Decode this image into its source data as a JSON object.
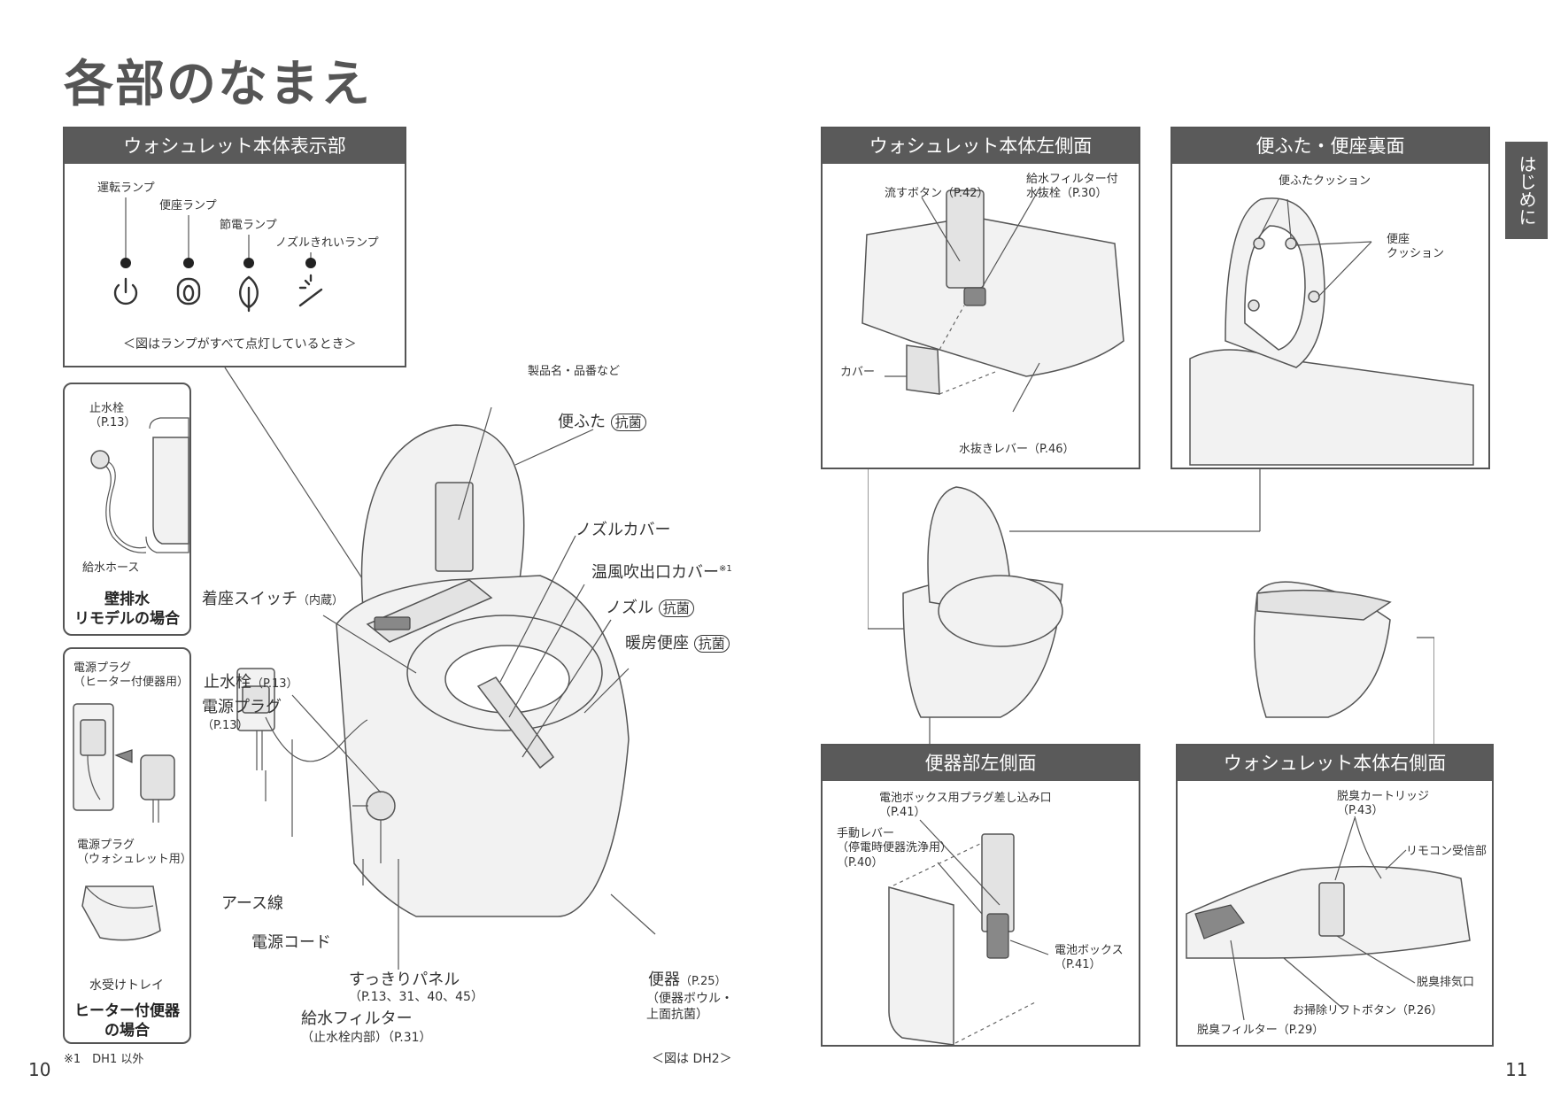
{
  "page": {
    "title": "各部のなまえ",
    "page_left": "10",
    "page_right": "11",
    "side_tab": "はじめに",
    "footnote": "※1　DH1 以外",
    "figure_note": "＜図は DH2＞"
  },
  "display_panel": {
    "header": "ウォシュレット本体表示部",
    "lamps": [
      "運転ランプ",
      "便座ランプ",
      "節電ランプ",
      "ノズルきれいランプ"
    ],
    "icons": [
      "power-icon",
      "seat-icon",
      "leaf-icon",
      "nozzle-clean-icon"
    ],
    "note": "＜図はランプがすべて点灯しているとき＞"
  },
  "wall_panel": {
    "valve": "止水栓\n（P.13）",
    "hose": "給水ホース",
    "caption": "壁排水\nリモデルの場合"
  },
  "heater_panel": {
    "plug_heater": "電源プラグ\n（ヒーター付便器用）",
    "plug_washlet": "電源プラグ\n（ウォシュレット用）",
    "tray": "水受けトレイ",
    "caption": "ヒーター付便器\nの場合"
  },
  "main_labels": {
    "product_name": "製品名・品番など",
    "lid": "便ふた",
    "antibac": "抗菌",
    "nozzle_cover": "ノズルカバー",
    "warm_air": "温風吹出口カバー",
    "warm_air_note": "※1",
    "nozzle": "ノズル",
    "heated_seat": "暖房便座",
    "seat_switch": "着座スイッチ",
    "seat_switch_note": "（内蔵）",
    "stop_valve": "止水栓",
    "stop_valve_ref": "（P.13）",
    "power_plug": "電源プラグ",
    "power_plug_ref": "（P.13）",
    "earth": "アース線",
    "power_cord": "電源コード",
    "panel": "すっきりパネル",
    "panel_ref": "（P.13、31、40、45）",
    "filter": "給水フィルター",
    "filter_ref": "（止水栓内部）（P.31）",
    "bowl": "便器",
    "bowl_ref": "（P.25）",
    "bowl_note": "（便器ボウル・\n上面抗菌）"
  },
  "left_side_panel": {
    "header": "ウォシュレット本体左側面",
    "flush": "流すボタン（P.42）",
    "drain_plug": "給水フィルター付\n水抜栓（P.30）",
    "cover": "カバー",
    "drain_lever": "水抜きレバー（P.46）"
  },
  "underside_panel": {
    "header": "便ふた・便座裏面",
    "lid_cushion": "便ふたクッション",
    "seat_cushion": "便座\nクッション"
  },
  "bowl_left_panel": {
    "header": "便器部左側面",
    "battery_plug": "電池ボックス用プラグ差し込み口\n（P.41）",
    "manual_lever": "手動レバー\n（停電時便器洗浄用）\n（P.40）",
    "battery_box": "電池ボックス\n（P.41）"
  },
  "right_side_panel": {
    "header": "ウォシュレット本体右側面",
    "cartridge": "脱臭カートリッジ\n（P.43）",
    "remote_receiver": "リモコン受信部",
    "exhaust": "脱臭排気口",
    "lift_button": "お掃除リフトボタン（P.26）",
    "filter": "脱臭フィルター（P.29）"
  }
}
